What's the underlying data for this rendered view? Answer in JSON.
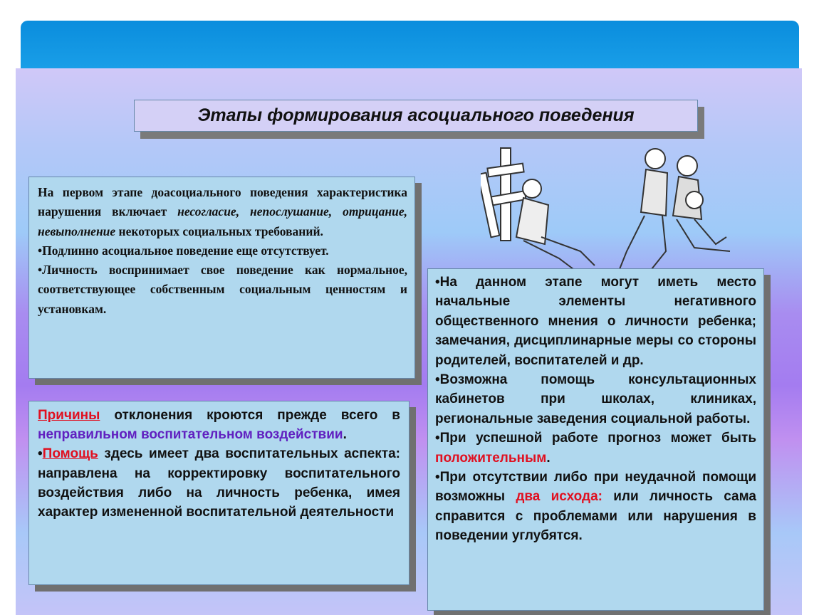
{
  "title": "Этапы формирования асоциального поведения",
  "box1": {
    "p1_a": "На первом этапе доасоциального поведения характеристика нарушения включает ",
    "p1_it": "несогласие, непослушание, отрицание, невыполнение",
    "p1_b": " некоторых социальных требований.",
    "p2": "•Подлинно асоциальное поведение еще отсутствует.",
    "p3": "•Личность воспринимает свое поведение как нормальное, соответствующее собственным социальным ценностям и установкам."
  },
  "box2": {
    "causes": "Причины",
    "p1_a": " отклонения кроются прежде всего в ",
    "p1_hl": "неправильном воспитательном воздействии",
    "p1_b": ".",
    "bullet": "•",
    "help": "Помощь",
    "p2": " здесь имеет два воспитательных аспекта: направлена на корректировку воспитательного воздействия либо на личность ребенка, имея характер измененной воспитательной деятельности"
  },
  "box3": {
    "p1": "•На данном этапе могут иметь место начальные элементы негативного общественного мнения о личности ребенка; замечания, дисциплинарные меры со стороны родителей, воспитателей и др.",
    "p2": "•Возможна помощь консультационных кабинетов при школах, клиниках, региональные заведения социальной работы.",
    "p3_a": "•При успешной работе прогноз может быть ",
    "p3_hl": "положительным",
    "p3_b": ".",
    "p4_a": "•При отсутствии либо при неудачной помощи возможны ",
    "p4_hl": "два исхода:",
    "p4_b": " или личность сама справится с проблемами или нарушения в поведении углубятся."
  },
  "colors": {
    "header": "#0a8ddd",
    "red": "#e01020",
    "purple": "#6020c0"
  }
}
